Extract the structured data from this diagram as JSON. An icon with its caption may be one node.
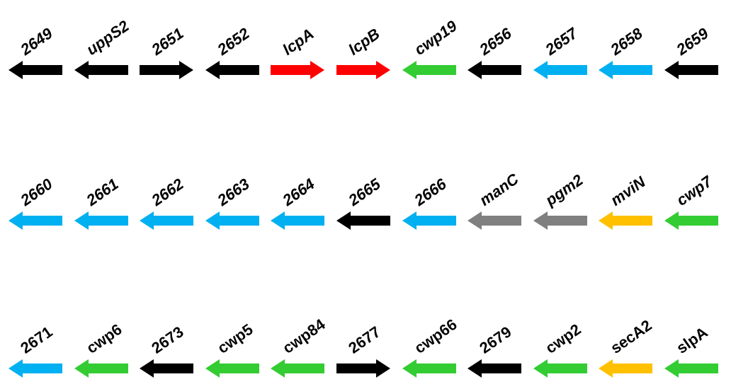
{
  "diagram": {
    "nodes": [
      {
        "text": [
          "2649"
        ]
      },
      {
        "text": [
          "uppS2"
        ]
      },
      {
        "text": [
          "2651"
        ]
      },
      {
        "text": [
          "2652"
        ]
      },
      {
        "text": [
          "lcpA"
        ]
      },
      {
        "text": [
          "lcpB"
        ]
      },
      {
        "text": [
          "cwp19"
        ]
      },
      {
        "text": [
          "2656"
        ]
      },
      {
        "text": [
          "2657"
        ]
      },
      {
        "text": [
          "2658"
        ]
      },
      {
        "text": [
          "2659"
        ]
      },
      {
        "text": [
          "2660"
        ]
      },
      {
        "text": [
          "2661"
        ]
      },
      {
        "text": [
          "2662"
        ]
      },
      {
        "text": [
          "2663"
        ]
      },
      {
        "text": [
          "2664"
        ]
      },
      {
        "text": [
          "2665"
        ]
      },
      {
        "text": [
          "2666"
        ]
      },
      {
        "text": [
          "manC"
        ]
      },
      {
        "text": [
          "pgm2"
        ]
      },
      {
        "text": [
          "mviN"
        ]
      },
      {
        "text": [
          "cwp7"
        ]
      },
      {
        "text": [
          "2671"
        ]
      },
      {
        "text": [
          "cwp6"
        ]
      },
      {
        "text": [
          "2673"
        ]
      },
      {
        "text": [
          "cwp5"
        ]
      },
      {
        "text": [
          "cwp84"
        ]
      },
      {
        "text": [
          "2677"
        ]
      },
      {
        "text": [
          "cwp66"
        ]
      },
      {
        "text": [
          "2679"
        ]
      },
      {
        "text": [
          "cwp2"
        ]
      },
      {
        "text": [
          "secA2"
        ]
      },
      {
        "text": [
          "slpA"
        ]
      }
    ]
  }
}
